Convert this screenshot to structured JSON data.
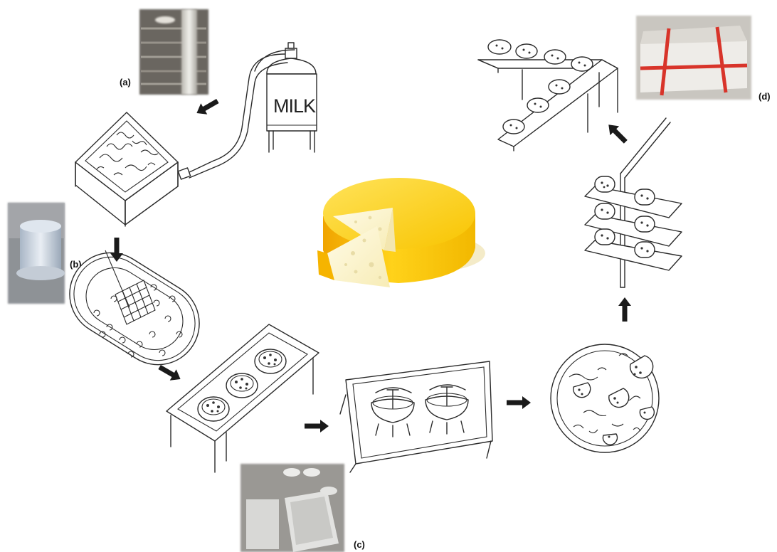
{
  "tank": {
    "label": "MILK"
  },
  "photo_labels": {
    "a": "(a)",
    "b": "(b)",
    "c": "(c)",
    "d": "(d)"
  }
}
